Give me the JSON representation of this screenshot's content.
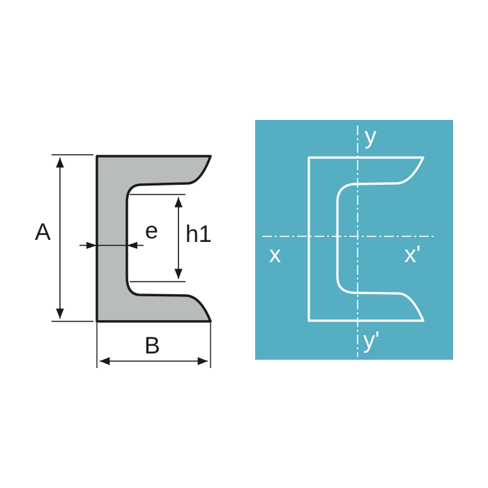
{
  "left_diagram": {
    "labels": {
      "height": "A",
      "width": "B",
      "web_thickness": "e",
      "inner_height": "h1"
    },
    "section_fill": "#b8bdb9",
    "outline_color": "#1a1a1a"
  },
  "right_diagram": {
    "labels": {
      "axis_y_top": "y",
      "axis_y_bottom": "y'",
      "axis_x_left": "x",
      "axis_x_right": "x'"
    },
    "panel_color": "#56aec3",
    "line_color": "#ffffff"
  }
}
